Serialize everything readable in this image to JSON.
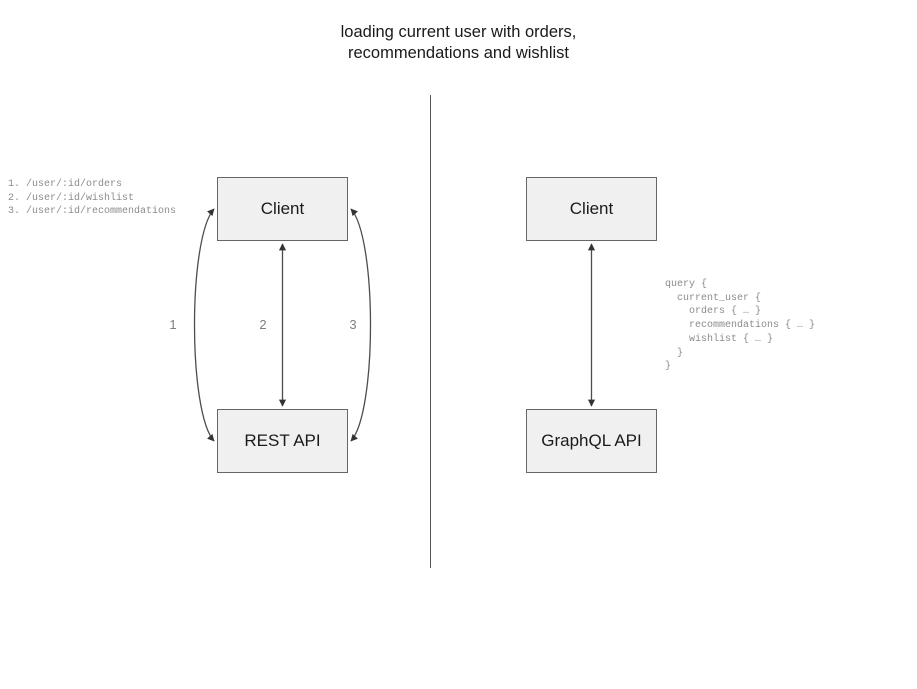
{
  "title": "loading current user with orders,\nrecommendations and wishlist",
  "divider": {
    "label": "vertical-separator"
  },
  "rest_side": {
    "client_box": "Client",
    "api_box": "REST API",
    "endpoints": "1. /user/:id/orders\n2. /user/:id/wishlist\n3. /user/:id/recommendations",
    "edges": [
      {
        "id": "1",
        "label": "1",
        "from": "Client",
        "to": "REST API",
        "style": "curved-left",
        "direction": "bidirectional"
      },
      {
        "id": "2",
        "label": "2",
        "from": "Client",
        "to": "REST API",
        "style": "straight",
        "direction": "bidirectional"
      },
      {
        "id": "3",
        "label": "3",
        "from": "Client",
        "to": "REST API",
        "style": "curved-right",
        "direction": "bidirectional"
      }
    ]
  },
  "graphql_side": {
    "client_box": "Client",
    "api_box": "GraphQL API",
    "query": "query {\n  current_user {\n    orders { … }\n    recommendations { … }\n    wishlist { … }\n  }\n}",
    "edges": [
      {
        "id": "gql-1",
        "from": "Client",
        "to": "GraphQL API",
        "style": "straight",
        "direction": "bidirectional"
      }
    ]
  },
  "colors": {
    "box_fill": "#f0f0f0",
    "box_border": "#666666",
    "connector": "#4d4d4d",
    "code_text": "#8c8c8c",
    "title_text": "#1a1a1a",
    "divider": "#555555"
  }
}
